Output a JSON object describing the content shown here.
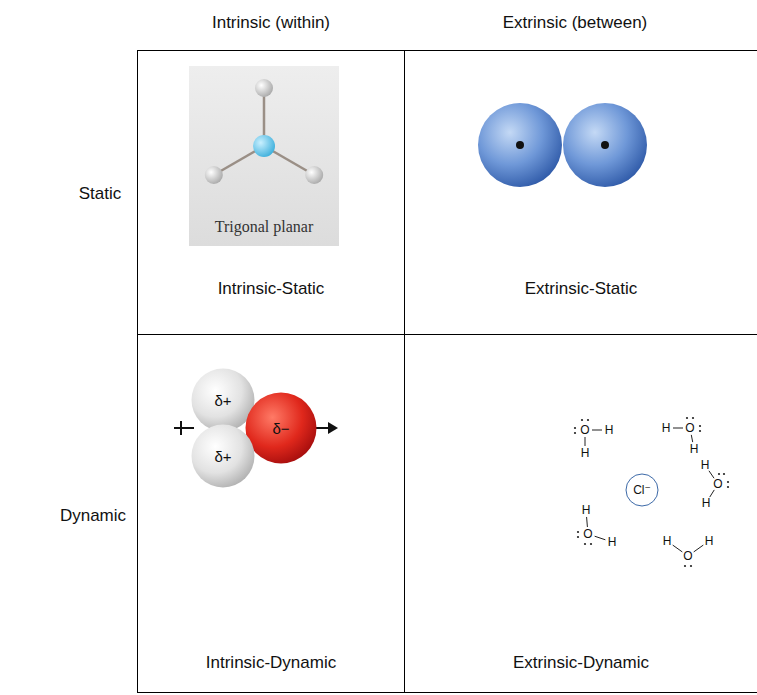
{
  "diagram": {
    "nodes": [
      {
        "text": [
          "Intrinsic-Static"
        ]
      },
      {
        "text": [
          "Trigonal planar"
        ],
        "in": 0
      },
      {
        "text": [
          "Extrinsic-Static"
        ]
      },
      {
        "text": [
          "Intrinsic-Dynamic"
        ]
      },
      {
        "text": [
          "δ+"
        ],
        "in": 3
      },
      {
        "text": [
          "δ−"
        ],
        "in": 3
      },
      {
        "text": [
          "δ+"
        ],
        "in": 3
      },
      {
        "text": [
          "Extrinsic-Dynamic"
        ]
      },
      {
        "text": [
          "Cl⁻"
        ],
        "in": 7
      }
    ],
    "labels": [
      "Intrinsic (within)",
      "Extrinsic (between)",
      "Static",
      "Dynamic",
      "O",
      "H",
      "H",
      "O",
      "H",
      "H",
      "H",
      "O",
      "H",
      "H",
      "O",
      "H",
      "H",
      "H",
      "O"
    ]
  }
}
